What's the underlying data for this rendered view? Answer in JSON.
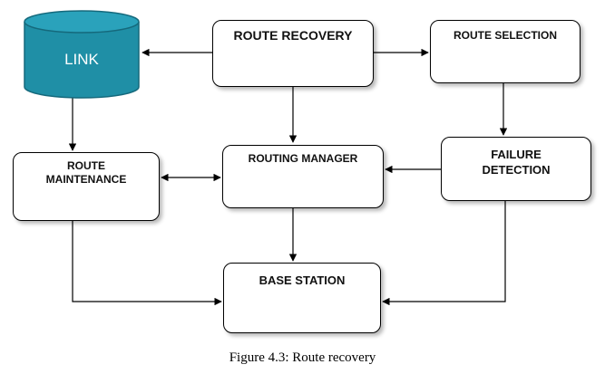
{
  "diagram": {
    "nodes": {
      "link": {
        "label": "LINK",
        "shape": "database-cylinder",
        "fill": "#1f8fa6",
        "stroke": "#15697c"
      },
      "route_recovery": {
        "label": "ROUTE RECOVERY"
      },
      "route_selection": {
        "label": "ROUTE SELECTION"
      },
      "route_maintenance": {
        "label_lines": [
          "ROUTE",
          "MAINTENANCE"
        ]
      },
      "routing_manager": {
        "label": "ROUTING MANAGER"
      },
      "failure_detection": {
        "label_lines": [
          "FAILURE",
          "DETECTION"
        ]
      },
      "base_station": {
        "label": "BASE STATION"
      }
    },
    "edges": [
      {
        "from": "route_recovery",
        "to": "link"
      },
      {
        "from": "route_recovery",
        "to": "route_selection"
      },
      {
        "from": "route_recovery",
        "to": "routing_manager"
      },
      {
        "from": "route_selection",
        "to": "failure_detection"
      },
      {
        "from": "link",
        "to": "route_maintenance"
      },
      {
        "from": "route_maintenance",
        "to": "routing_manager",
        "bidirectional": true
      },
      {
        "from": "failure_detection",
        "to": "routing_manager"
      },
      {
        "from": "routing_manager",
        "to": "base_station"
      },
      {
        "from": "route_maintenance",
        "to": "base_station"
      },
      {
        "from": "failure_detection",
        "to": "base_station"
      }
    ],
    "caption": "Figure 4.3: Route recovery",
    "colors": {
      "line": "#000000",
      "box_border": "#000000",
      "text": "#111111"
    }
  }
}
